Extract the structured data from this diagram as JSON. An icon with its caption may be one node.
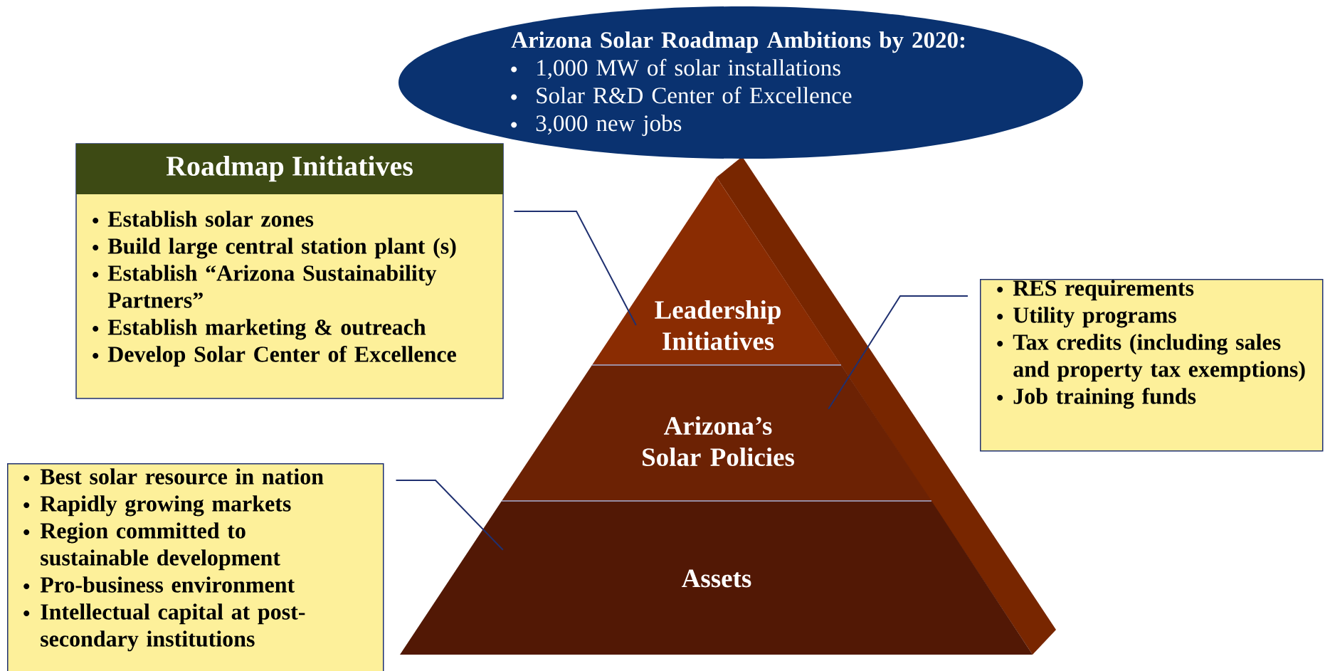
{
  "diagram": {
    "nodes": [
      {
        "text": [
          "Arizona Solar Roadmap Ambitions by 2020:",
          "1,000 MW of solar installations",
          "Solar R&D Center of Excellence",
          "3,000 new jobs"
        ]
      },
      {
        "text": [
          "Roadmap Initiatives",
          "Establish solar zones",
          "Build large central station plant (s)",
          "Establish “Arizona Sustainability Partners”",
          "Establish marketing & outreach",
          "Develop Solar Center of Excellence"
        ]
      },
      {
        "text": [
          "RES requirements",
          "Utility programs",
          "Tax credits (including sales and property tax exemptions)",
          "Job training funds"
        ]
      },
      {
        "text": [
          "Best solar resource in nation",
          "Rapidly growing markets",
          "Region committed to sustainable development",
          "Pro-business environment",
          "Intellectual capital at post-secondary institutions"
        ]
      },
      {
        "text": [
          "Leadership Initiatives"
        ]
      },
      {
        "text": [
          "Arizona’s Solar Policies"
        ]
      },
      {
        "text": [
          "Assets"
        ]
      }
    ],
    "edges": [
      {
        "from": 1,
        "to": 4,
        "arrow": "none"
      },
      {
        "from": 2,
        "to": 5,
        "arrow": "none"
      },
      {
        "from": 3,
        "to": 6,
        "arrow": "none"
      }
    ]
  }
}
